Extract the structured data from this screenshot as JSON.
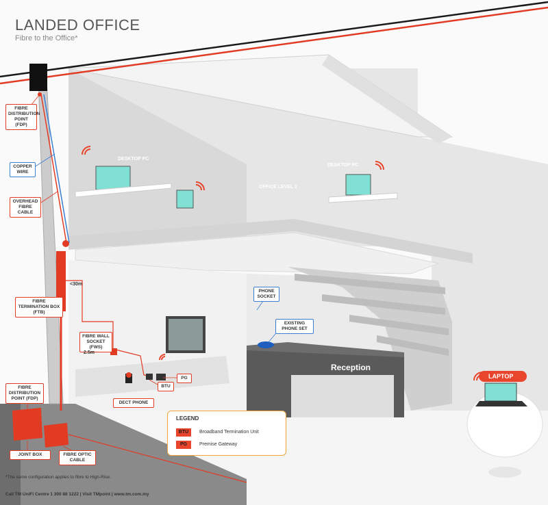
{
  "header": {
    "title": "LANDED OFFICE",
    "subtitle": "Fibre to the Office*"
  },
  "callouts": {
    "fdp_top": "FIBRE DISTRIBUTION POINT (FDP)",
    "copper_wire": "COPPER WIRE",
    "overhead_fibre": "OVERHEAD FIBRE CABLE",
    "ftb": "FIBRE TERMINATION BOX (FTB)",
    "fws": "FIBRE WALL SOCKET (FWS)",
    "btu": "BTU",
    "pg": "PG",
    "dect_phone": "DECT PHONE",
    "phone_socket": "PHONE SOCKET",
    "existing_phone": "EXISTING PHONE SET",
    "fdp_bottom": "FIBRE DISTRIBUTION POINT (FDP)",
    "joint_box": "JOINT BOX",
    "fibre_optic_cable": "FIBRE OPTIC CABLE"
  },
  "scene_labels": {
    "desktop_pc_left": "DESKTOP PC",
    "desktop_pc_right": "DESKTOP PC",
    "office_level": "OFFICE LEVEL 1",
    "reception": "Reception",
    "laptop": "LAPTOP"
  },
  "distances": {
    "d30": "<30m",
    "d25": "2.5m"
  },
  "legend": {
    "title": "LEGEND",
    "items": [
      {
        "code": "BTU",
        "text": "Broadband Termination Unit"
      },
      {
        "code": "PG",
        "text": "Premise Gateway"
      }
    ]
  },
  "note": "*The same configuration applies to fibre to High-Rise.",
  "footer": "Call TM UniFi Centre 1 300 88 1222 | Visit TMpoint | www.tm.com.my",
  "colors": {
    "accent_red": "#e23b23",
    "copper_blue": "#3b7fd1",
    "legend_border": "#f2a33a"
  }
}
